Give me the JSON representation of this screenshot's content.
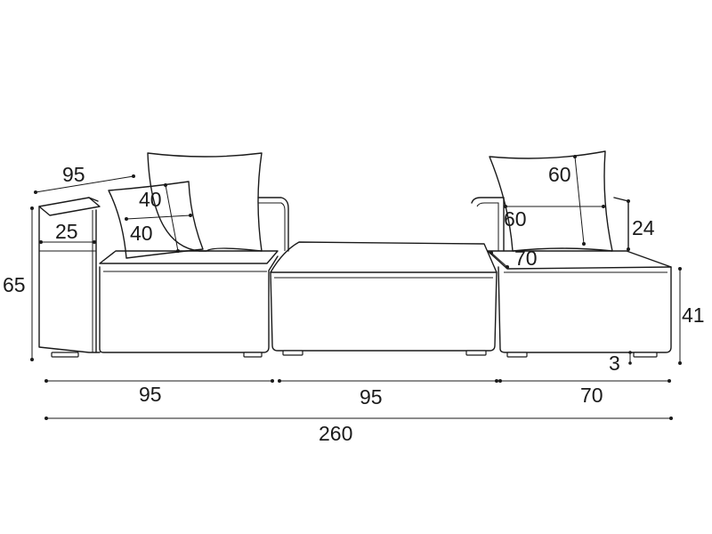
{
  "diagram": {
    "line_color": "#1a1a1a",
    "background": "#ffffff",
    "dimensions": {
      "armrest_depth": "95",
      "armrest_width": "25",
      "total_height": "65",
      "pillow_small_width": "40",
      "pillow_small_height": "40",
      "pillow_large_right_width": "60",
      "pillow_large_right_height": "60",
      "back_height": "24",
      "chaise_depth": "70",
      "seat_height": "41",
      "leg_height": "3",
      "module_left_width": "95",
      "module_middle_width": "95",
      "module_right_width": "70",
      "total_width": "260"
    }
  }
}
